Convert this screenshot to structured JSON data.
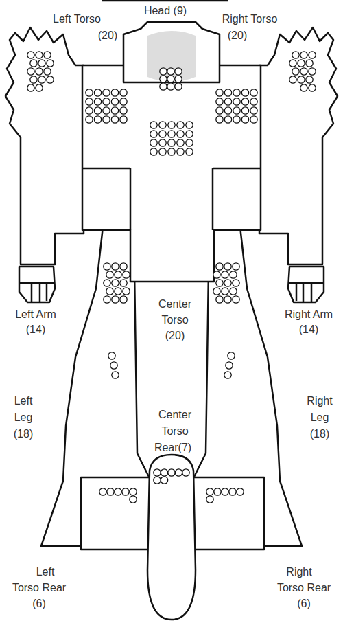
{
  "diagram": {
    "labels": [
      "Head (9)",
      "Left Torso",
      "(20)",
      "Right Torso",
      "(20)",
      "Left Arm",
      "(14)",
      "Right Arm",
      "(14)",
      "Center",
      "Torso",
      "(20)",
      "Left",
      "Leg",
      "(18)",
      "Right",
      "Leg",
      "(18)",
      "Center",
      "Torso",
      "Rear(7)",
      "Left",
      "Torso Rear",
      "(6)",
      "Right",
      "Torso Rear",
      "(6)"
    ]
  }
}
